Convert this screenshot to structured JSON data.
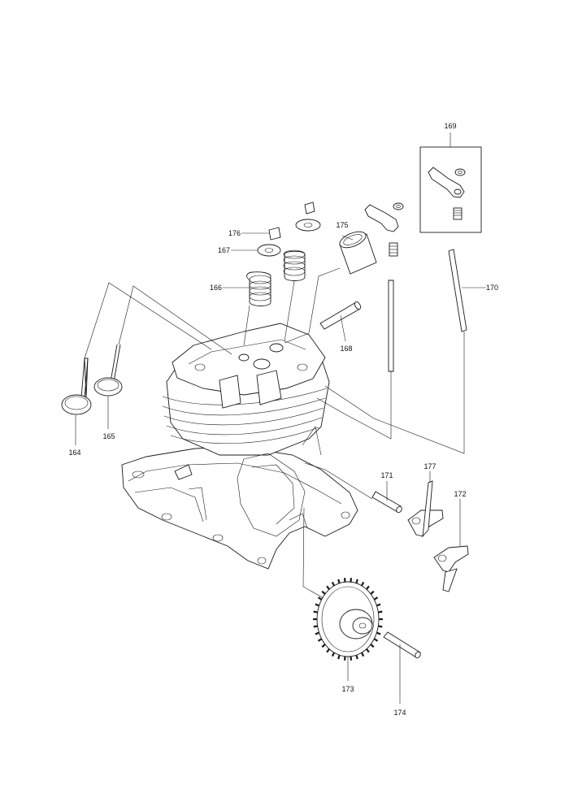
{
  "diagram": {
    "callouts": [
      {
        "id": "169",
        "label": "169"
      },
      {
        "id": "170",
        "label": "170"
      },
      {
        "id": "175",
        "label": "175"
      },
      {
        "id": "176",
        "label": "176"
      },
      {
        "id": "167",
        "label": "167"
      },
      {
        "id": "166",
        "label": "166"
      },
      {
        "id": "168",
        "label": "168"
      },
      {
        "id": "164",
        "label": "164"
      },
      {
        "id": "165",
        "label": "165"
      },
      {
        "id": "171",
        "label": "171"
      },
      {
        "id": "177",
        "label": "177"
      },
      {
        "id": "172",
        "label": "172"
      },
      {
        "id": "173",
        "label": "173"
      },
      {
        "id": "174",
        "label": "174"
      }
    ]
  }
}
